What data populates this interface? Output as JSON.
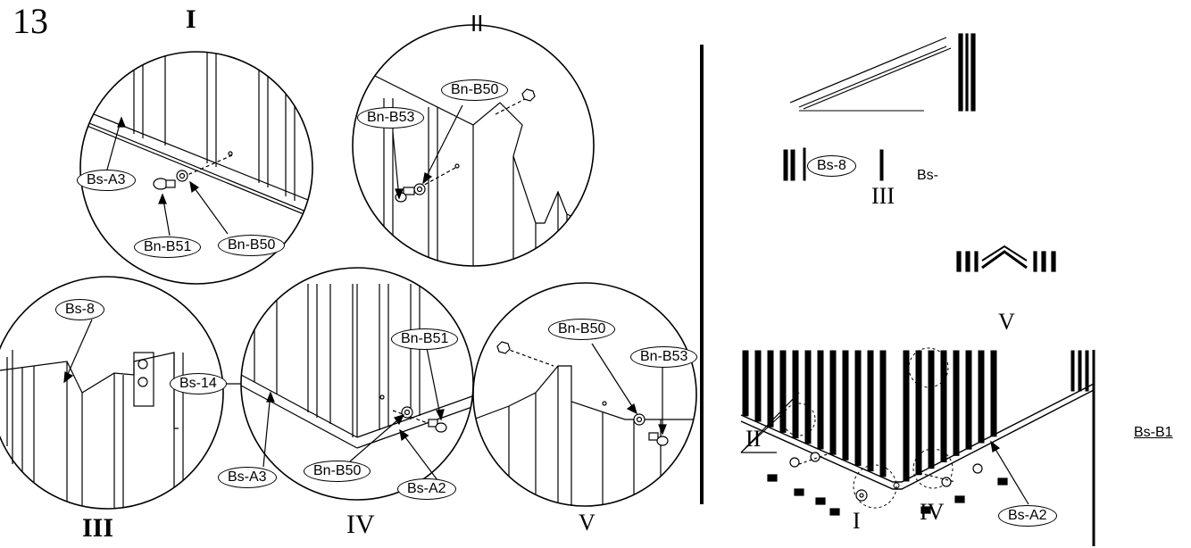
{
  "step_number": "13",
  "views": {
    "view_1": {
      "title": "I",
      "labels": [
        "Bs-A3",
        "Bn-B51",
        "Bn-B50"
      ]
    },
    "view_2": {
      "title": "II",
      "labels": [
        "Bn-B50",
        "Bn-B53"
      ]
    },
    "view_3": {
      "title": "III",
      "labels": [
        "Bs-8",
        "Bs-14"
      ]
    },
    "view_4": {
      "title": "IV",
      "labels": [
        "Bn-B51",
        "Bs-A3",
        "Bn-B50",
        "Bs-A2"
      ]
    },
    "view_5": {
      "title": "V",
      "labels": [
        "Bn-B50",
        "Bn-B53"
      ]
    }
  },
  "overview": {
    "labels": {
      "bs8": "Bs-8",
      "bs_cut": "Bs-",
      "bs_b1": "Bs-B1",
      "bs_a2": "Bs-A2"
    },
    "callouts": {
      "c1": "I",
      "c2": "II",
      "c3": "III",
      "c4": "IV",
      "c5": "V"
    }
  }
}
